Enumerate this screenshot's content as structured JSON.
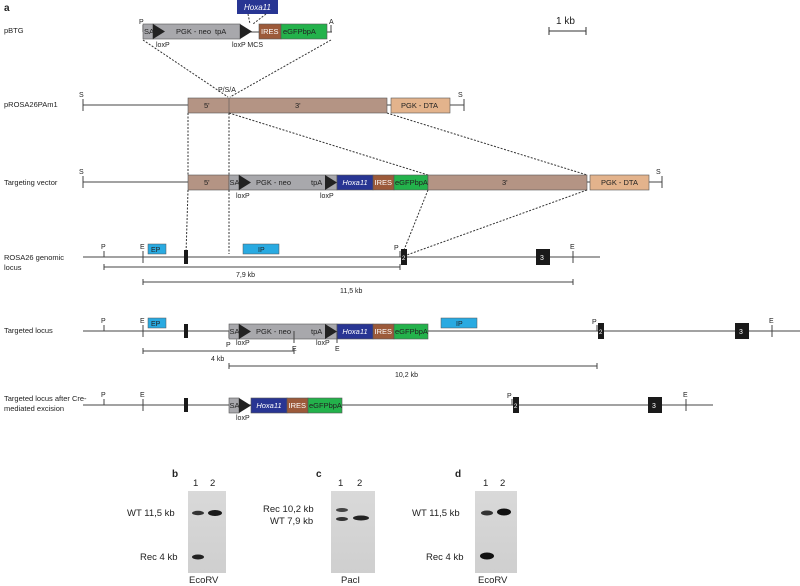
{
  "panels": {
    "a": "a",
    "b": "b",
    "c": "c",
    "d": "d"
  },
  "scale_bar": "1 kb",
  "rows": {
    "pbtg": "pBTG",
    "prosa": "pROSA26PAm1",
    "tv": "Targeting vector",
    "genomic_l1": "ROSA26 genomic",
    "genomic_l2": "locus",
    "targeted": "Targeted locus",
    "cre_l1": "Targeted locus after Cre-",
    "cre_l2": "mediated excision"
  },
  "elements": {
    "sa": "SA",
    "pgk_neo": "PGK - neo",
    "tpa": "tpA",
    "ires": "IRES",
    "egfp": "eGFPbpA",
    "hoxa11": "Hoxa11",
    "five": "5'",
    "three": "3'",
    "dta": "PGK - DTA",
    "loxp": "loxP",
    "loxp_mcs": "loxP MCS",
    "ep": "EP",
    "ip": "IP",
    "psa": "P/S/A",
    "p": "P",
    "a": "A",
    "s": "S",
    "e": "E",
    "exon2": "2",
    "exon3": "3"
  },
  "fragments": {
    "f79": "7,9 kb",
    "f115": "11,5 kb",
    "f4": "4 kb",
    "f102": "10,2 kb"
  },
  "blots": {
    "lanes": [
      "1",
      "2"
    ],
    "b": {
      "wt": "WT 11,5 kb",
      "rec": "Rec 4 kb",
      "enzyme": "EcoRV"
    },
    "c": {
      "rec": "Rec 10,2 kb",
      "wt": "WT 7,9 kb",
      "enzyme": "PacI"
    },
    "d": {
      "wt": "WT 11,5 kb",
      "rec": "Rec 4 kb",
      "enzyme": "EcoRV"
    }
  },
  "colors": {
    "sa_neo": "#a8a8ac",
    "ires": "#9c5a3a",
    "egfp": "#23b24b",
    "hoxa11": "#283593",
    "homology": "#b49484",
    "dta": "#e3b38c",
    "probe": "#29aae1",
    "exon": "#1a1a1a"
  }
}
